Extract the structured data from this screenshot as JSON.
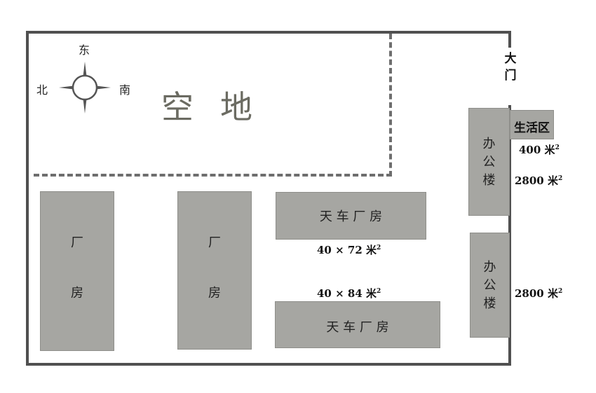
{
  "compass": {
    "east": "东",
    "north": "北",
    "south": "南"
  },
  "open_land": "空地",
  "gate": [
    "大",
    "门"
  ],
  "living_area": {
    "label": "生活区",
    "area_num": "400",
    "area_unit": "米",
    "area_exp": "2"
  },
  "office_top": {
    "chars": [
      "办",
      "公",
      "楼"
    ],
    "area_num": "2800",
    "area_unit": "米",
    "area_exp": "2"
  },
  "office_bottom": {
    "chars": [
      "办",
      "公",
      "楼"
    ],
    "area_num": "2800",
    "area_unit": "米",
    "area_exp": "2"
  },
  "factory_left": {
    "chars": [
      "厂",
      "房"
    ]
  },
  "factory_mid": {
    "chars": [
      "厂",
      "房"
    ]
  },
  "crane_top": {
    "label": "天 车 厂 房",
    "dims": "40 × 72",
    "unit": "米",
    "exp": "2"
  },
  "crane_bottom": {
    "label": "天 车 厂 房",
    "dims": "40 × 84",
    "unit": "米",
    "exp": "2"
  }
}
